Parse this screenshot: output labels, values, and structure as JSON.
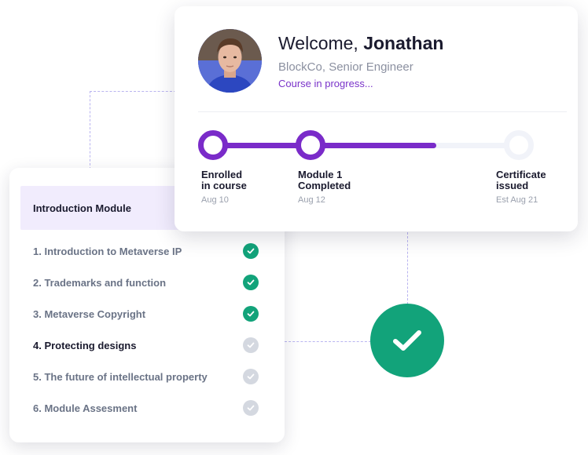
{
  "welcome": {
    "greeting_prefix": "Welcome,",
    "user_name": "Jonathan",
    "company_role": "BlockCo, Senior Engineer",
    "status": "Course in progress...",
    "progress_fraction": 0.71
  },
  "milestones": [
    {
      "label_line1": "Enrolled",
      "label_line2": "in course",
      "date": "Aug 10",
      "state": "completed"
    },
    {
      "label_line1": "Module 1",
      "label_line2": "Completed",
      "date": "Aug 12",
      "state": "completed"
    },
    {
      "label_line1": "Certificate",
      "label_line2": "issued",
      "date": "Est Aug 21",
      "state": "pending"
    }
  ],
  "module": {
    "title": "Introduction Module",
    "lessons": [
      {
        "label": "1. Introduction to Metaverse IP",
        "status": "complete"
      },
      {
        "label": "2. Trademarks and function",
        "status": "complete"
      },
      {
        "label": "3. Metaverse Copyright",
        "status": "complete"
      },
      {
        "label": "4. Protecting designs",
        "status": "current"
      },
      {
        "label": "5. The future of intellectual property",
        "status": "incomplete"
      },
      {
        "label": "6. Module Assesment",
        "status": "incomplete"
      }
    ]
  },
  "colors": {
    "accent_purple": "#7a2bc9",
    "success_green": "#12a37a",
    "pending_gray": "#d4d8e0",
    "header_lavender": "#f1ecfd"
  },
  "icons": {
    "lesson_done": "check-icon",
    "lesson_pending": "check-icon",
    "completion_badge": "check-icon"
  }
}
